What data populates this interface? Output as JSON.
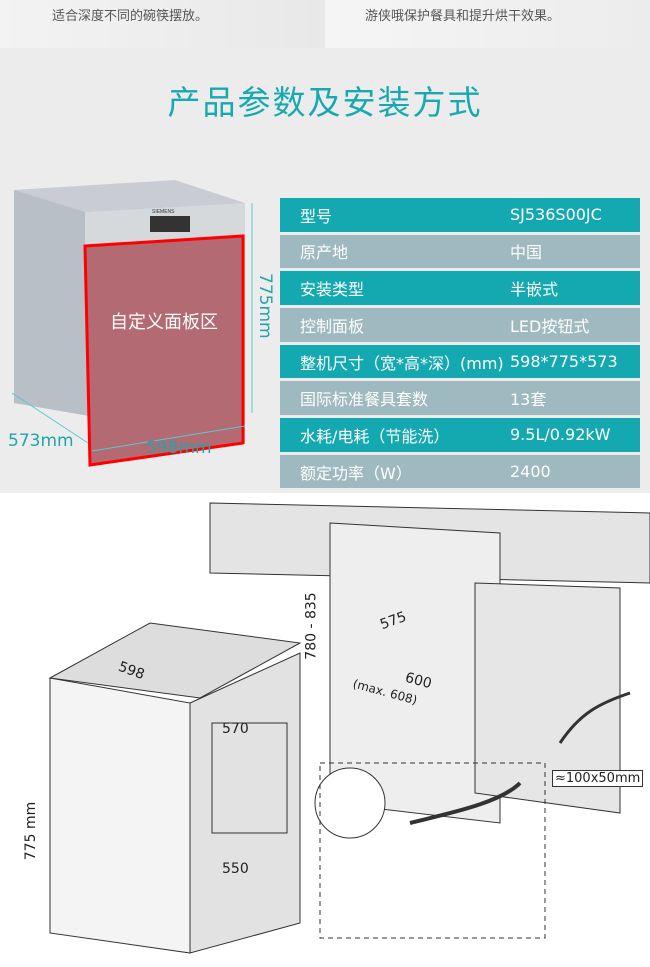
{
  "top": {
    "left_line": "适合深度不同的碗筷摆放。",
    "right_line": "游侠哦保护餐具和提升烘干效果。"
  },
  "spec": {
    "title": "产品参数及安装方式",
    "product": {
      "brand": "SIEMENS",
      "panel_label": "自定义面板区",
      "height": "775mm",
      "depth": "573mm",
      "width": "598mm"
    },
    "rows": [
      {
        "k": "型号",
        "v": "SJ536S00JC"
      },
      {
        "k": "原产地",
        "v": "中国"
      },
      {
        "k": "安装类型",
        "v": "半嵌式"
      },
      {
        "k": "控制面板",
        "v": "LED按钮式"
      },
      {
        "k": "整机尺寸（宽*高*深）(mm)",
        "v": "598*775*573"
      },
      {
        "k": "国际标准餐具套数",
        "v": "13套"
      },
      {
        "k": "水耗/电耗（节能洗）",
        "v": "9.5L/0.92kW"
      },
      {
        "k": "额定功率（W）",
        "v": "2400"
      }
    ]
  },
  "install": {
    "w598": "598",
    "w570": "570",
    "w550": "550",
    "h775": "775 mm",
    "h780": "780 - 835",
    "d575": "575",
    "d600": "600",
    "max608": "(max. 608)",
    "hole": "≈100x50mm"
  },
  "colors": {
    "teal": "#14a9b1",
    "grey": "#9fb9c0"
  }
}
